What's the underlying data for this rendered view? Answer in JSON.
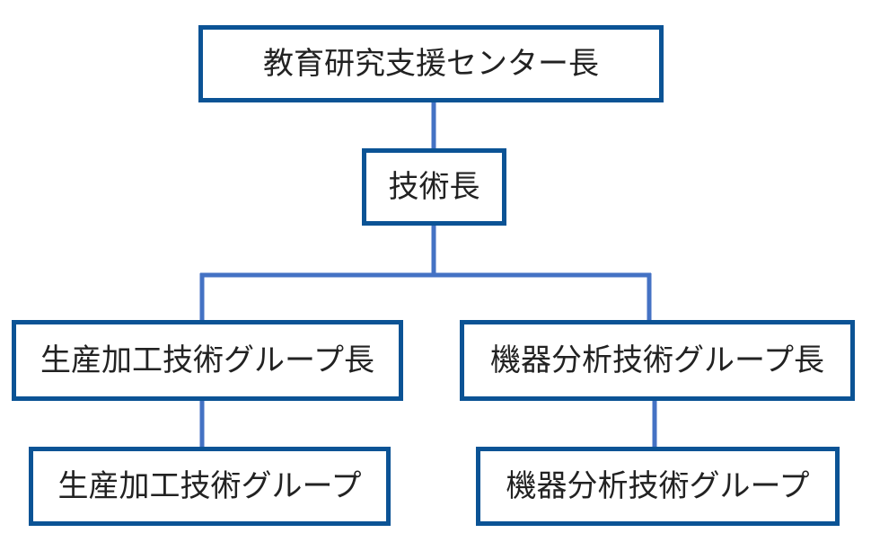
{
  "colors": {
    "box_border": "#0B5395",
    "connector": "#4472C4",
    "text": "#222222",
    "background": "#ffffff"
  },
  "org_chart": {
    "director": {
      "label": "教育研究支援センター長"
    },
    "tech_chief": {
      "label": "技術長"
    },
    "production_lead": {
      "label": "生産加工技術グループ長"
    },
    "instrument_lead": {
      "label": "機器分析技術グループ長"
    },
    "production_group": {
      "label": "生産加工技術グループ"
    },
    "instrument_group": {
      "label": "機器分析技術グループ"
    }
  }
}
